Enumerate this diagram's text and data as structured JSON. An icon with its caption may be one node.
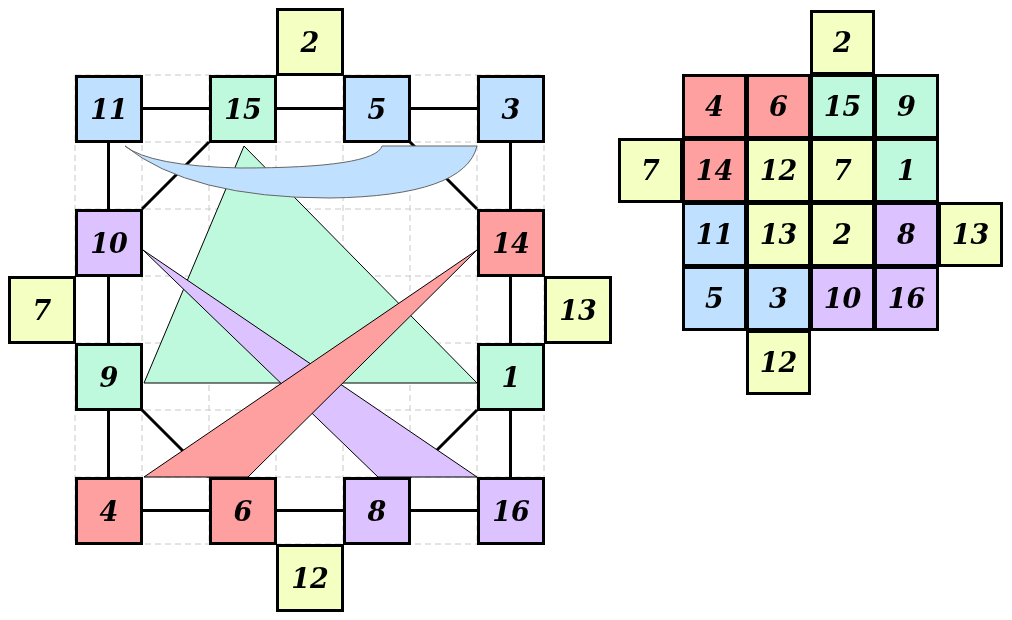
{
  "diagram": {
    "nodes": [
      {
        "text": [
          "2"
        ]
      },
      {
        "text": [
          "11"
        ]
      },
      {
        "text": [
          "15"
        ]
      },
      {
        "text": [
          "5"
        ]
      },
      {
        "text": [
          "3"
        ]
      },
      {
        "text": [
          "10"
        ]
      },
      {
        "text": [
          "14"
        ]
      },
      {
        "text": [
          "7"
        ]
      },
      {
        "text": [
          "13"
        ]
      },
      {
        "text": [
          "9"
        ]
      },
      {
        "text": [
          "1"
        ]
      },
      {
        "text": [
          "4"
        ]
      },
      {
        "text": [
          "6"
        ]
      },
      {
        "text": [
          "8"
        ]
      },
      {
        "text": [
          "16"
        ]
      },
      {
        "text": [
          "12"
        ]
      },
      {
        "text": [
          "2"
        ]
      },
      {
        "text": [
          "4"
        ]
      },
      {
        "text": [
          "6"
        ]
      },
      {
        "text": [
          "15"
        ]
      },
      {
        "text": [
          "9"
        ]
      },
      {
        "text": [
          "7"
        ]
      },
      {
        "text": [
          "14"
        ]
      },
      {
        "text": [
          "12"
        ]
      },
      {
        "text": [
          "7"
        ]
      },
      {
        "text": [
          "1"
        ]
      },
      {
        "text": [
          "11"
        ]
      },
      {
        "text": [
          "13"
        ]
      },
      {
        "text": [
          "2"
        ]
      },
      {
        "text": [
          "8"
        ]
      },
      {
        "text": [
          "13"
        ]
      },
      {
        "text": [
          "5"
        ]
      },
      {
        "text": [
          "3"
        ]
      },
      {
        "text": [
          "10"
        ]
      },
      {
        "text": [
          "16"
        ]
      },
      {
        "text": [
          "12"
        ]
      }
    ],
    "edges": [
      {
        "from": 1,
        "to": 2,
        "arrow": "none"
      },
      {
        "from": 2,
        "to": 3,
        "arrow": "none"
      },
      {
        "from": 3,
        "to": 4,
        "arrow": "none"
      },
      {
        "from": 1,
        "to": 5,
        "arrow": "none"
      },
      {
        "from": 5,
        "to": 9,
        "arrow": "none"
      },
      {
        "from": 9,
        "to": 11,
        "arrow": "none"
      },
      {
        "from": 4,
        "to": 6,
        "arrow": "none"
      },
      {
        "from": 6,
        "to": 10,
        "arrow": "none"
      },
      {
        "from": 10,
        "to": 14,
        "arrow": "none"
      },
      {
        "from": 11,
        "to": 12,
        "arrow": "none"
      },
      {
        "from": 12,
        "to": 13,
        "arrow": "none"
      },
      {
        "from": 13,
        "to": 14,
        "arrow": "none"
      },
      {
        "from": 2,
        "to": 5,
        "arrow": "none"
      },
      {
        "from": 3,
        "to": 6,
        "arrow": "none"
      },
      {
        "from": 9,
        "to": 12,
        "arrow": "none"
      },
      {
        "from": 10,
        "to": 13,
        "arrow": "none"
      }
    ]
  }
}
